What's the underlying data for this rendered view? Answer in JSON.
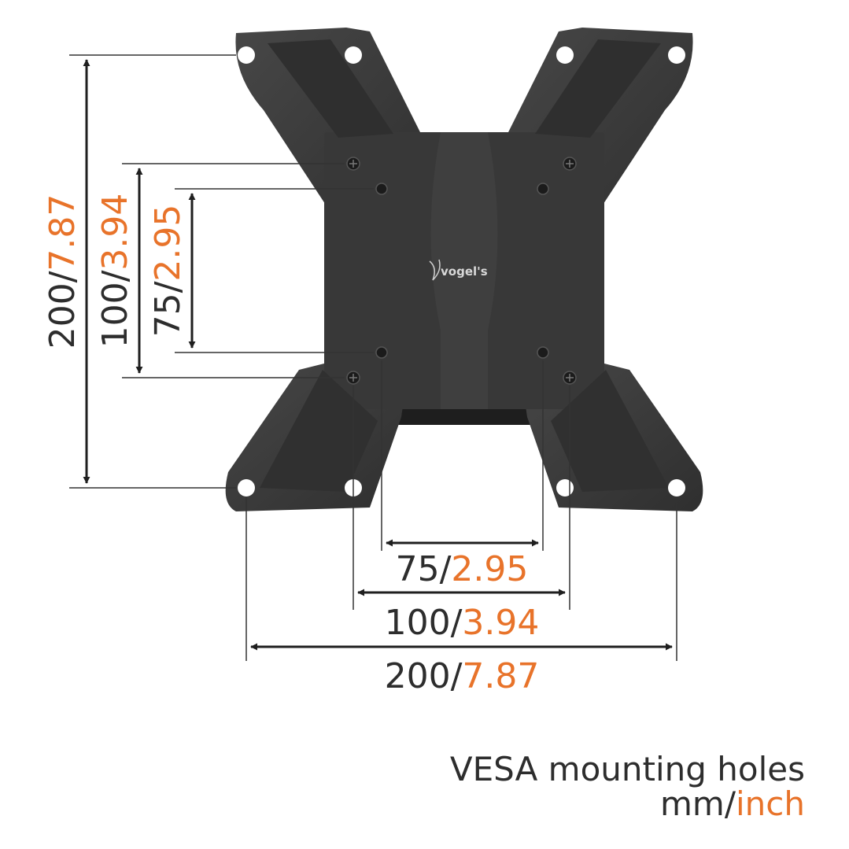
{
  "dimensions": {
    "vertical": [
      {
        "id": "v200",
        "mm": "200",
        "sep": "/",
        "inch": "7.87"
      },
      {
        "id": "v100",
        "mm": "100",
        "sep": "/",
        "inch": "3.94"
      },
      {
        "id": "v75",
        "mm": "75",
        "sep": "/",
        "inch": "2.95"
      }
    ],
    "horizontal": [
      {
        "id": "h75",
        "mm": "75",
        "sep": "/",
        "inch": "2.95"
      },
      {
        "id": "h100",
        "mm": "100",
        "sep": "/",
        "inch": "3.94"
      },
      {
        "id": "h200",
        "mm": "200",
        "sep": "/",
        "inch": "7.87"
      }
    ]
  },
  "logo": {
    "text": "vogel's"
  },
  "caption": {
    "line1": "VESA mounting holes",
    "unit_mm": "mm/",
    "unit_inch": "inch"
  },
  "colors": {
    "text": "#2d2d2d",
    "accent": "#e8732a",
    "plate": "#3a3a3a"
  }
}
